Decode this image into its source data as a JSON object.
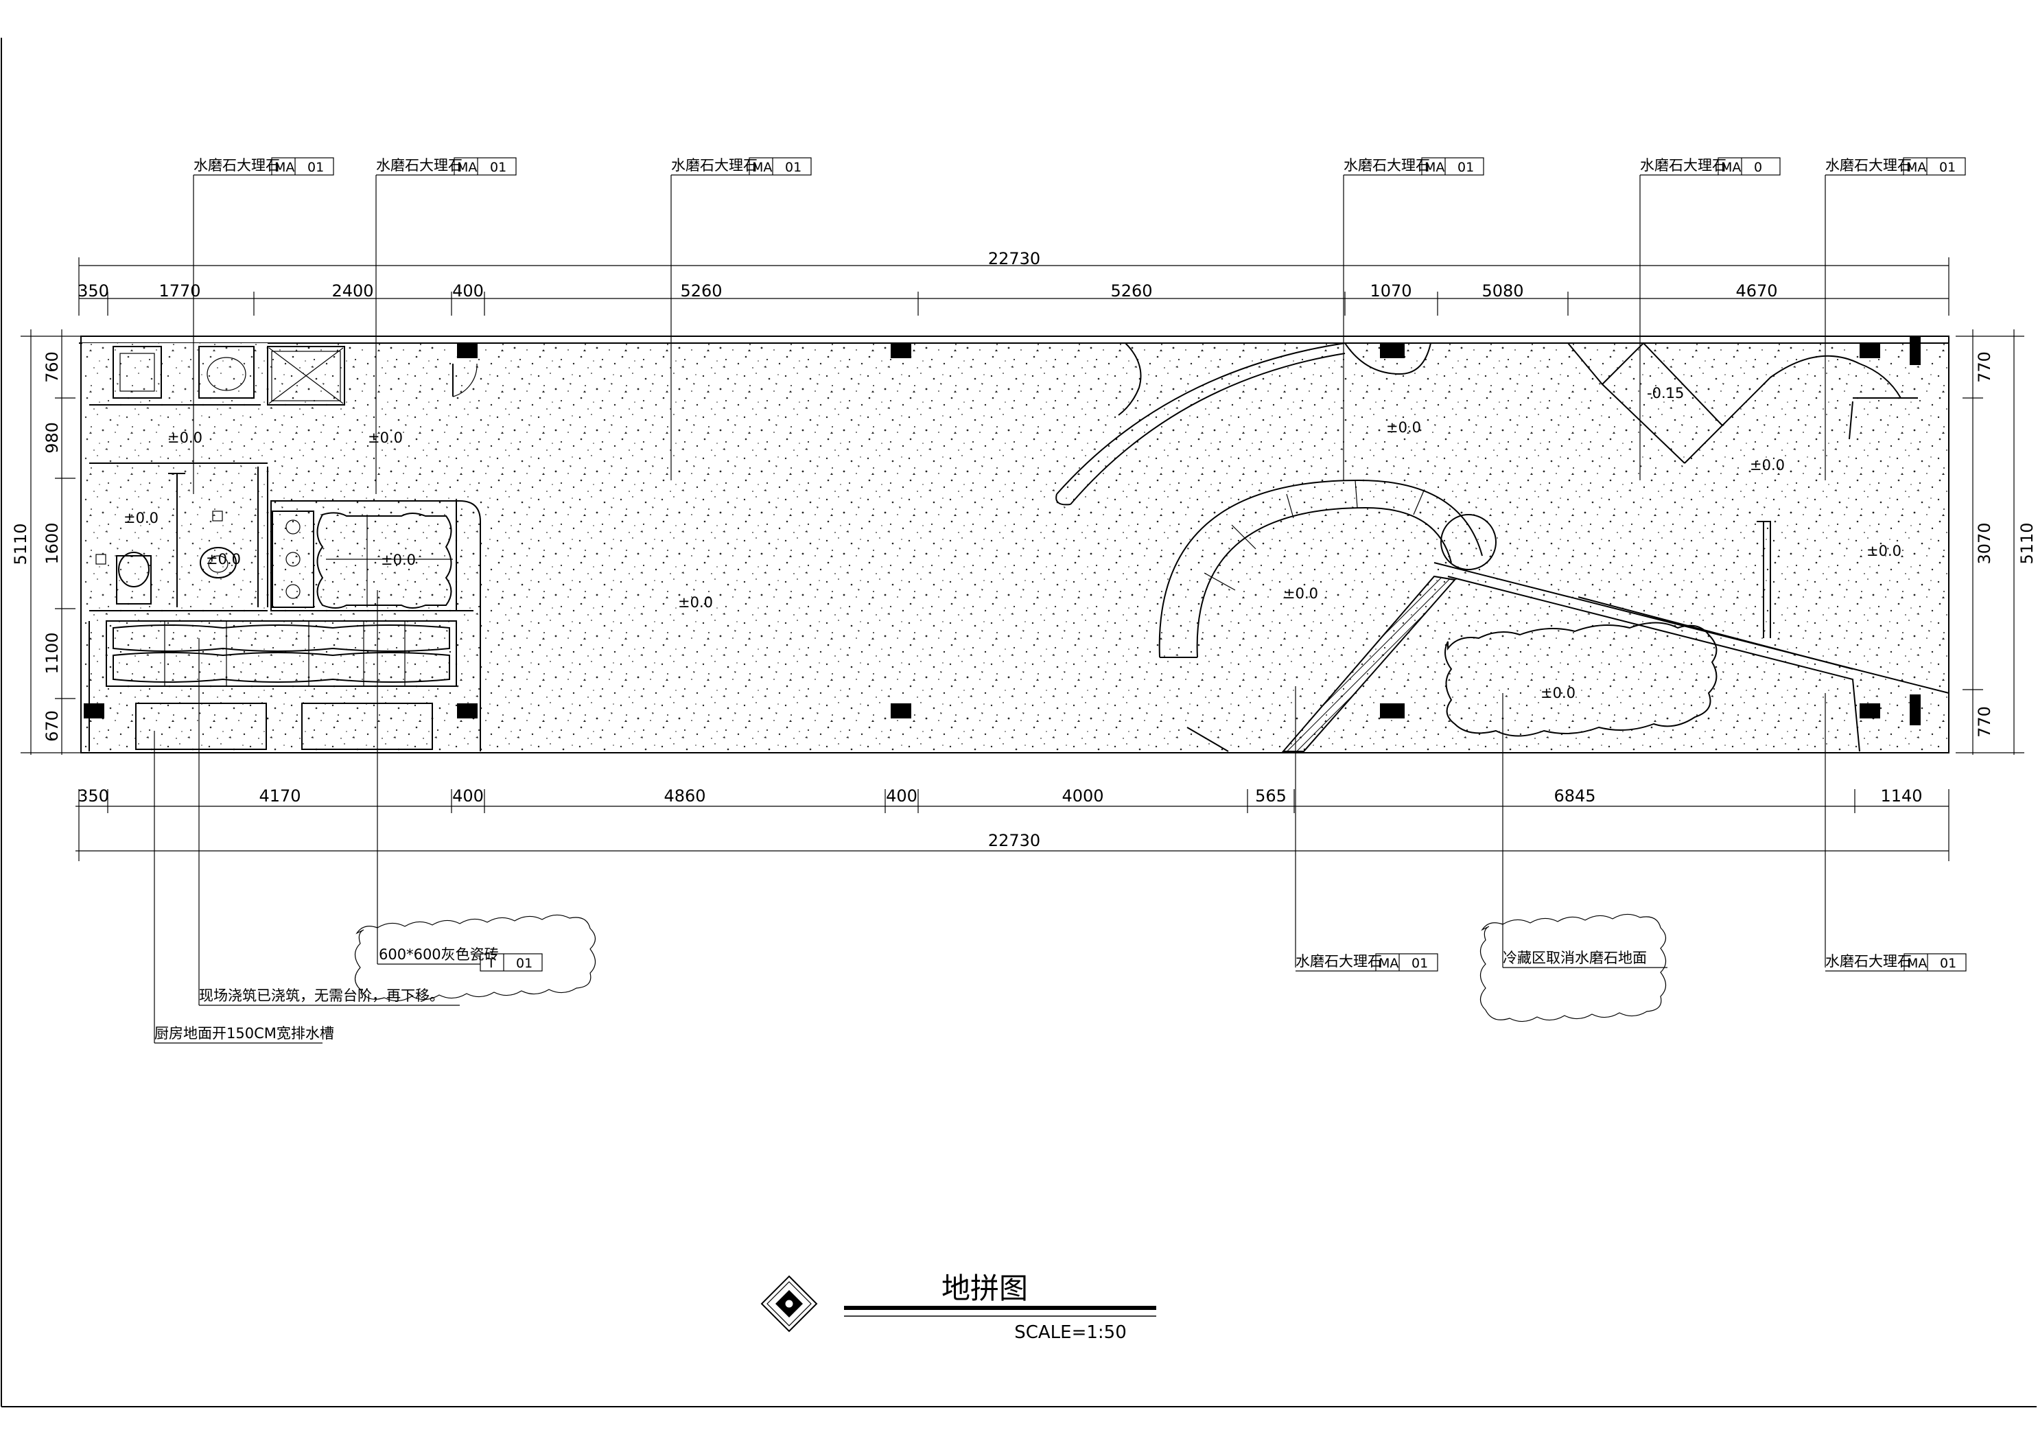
{
  "drawing": {
    "title": "地拼图",
    "scale": "SCALE=1:50"
  },
  "dimensions": {
    "top_total": "22730",
    "top_segments": [
      "350",
      "1770",
      "2400",
      "400",
      "5260",
      "5260",
      "1070",
      "5080",
      "4670"
    ],
    "bottom_segments": [
      "350",
      "4170",
      "400",
      "4860",
      "400",
      "4000",
      "565",
      "6845",
      "1140"
    ],
    "bottom_total": "22730",
    "left_segments": [
      "760",
      "980",
      "1600",
      "1100",
      "670"
    ],
    "left_total": "5110",
    "right_segments": [
      "770",
      "3070",
      "770"
    ],
    "right_total": "5110"
  },
  "top_callouts": [
    {
      "text": "水磨石大理石",
      "tag_a": "MA",
      "tag_b": "01"
    },
    {
      "text": "水磨石大理石",
      "tag_a": "MA",
      "tag_b": "01"
    },
    {
      "text": "水磨石大理石",
      "tag_a": "MA",
      "tag_b": "01"
    },
    {
      "text": "水磨石大理石",
      "tag_a": "MA",
      "tag_b": "01"
    },
    {
      "text": "水磨石大理石",
      "tag_a": "MA",
      "tag_b": "0"
    },
    {
      "text": "水磨石大理石",
      "tag_a": "MA",
      "tag_b": "01"
    }
  ],
  "bottom_callouts": [
    {
      "text": "600*600灰色瓷砖",
      "tag_a": "T",
      "tag_b": "01"
    },
    {
      "text": "现场浇筑已浇筑，无需台阶，再下移。"
    },
    {
      "text": "厨房地面开150CM宽排水槽"
    },
    {
      "text": "水磨石大理石",
      "tag_a": "MA",
      "tag_b": "01"
    },
    {
      "text": "冷藏区取消水磨石地面"
    },
    {
      "text": "水磨石大理石",
      "tag_a": "MA",
      "tag_b": "01"
    }
  ],
  "levels": {
    "toilet_a": "±0.0",
    "toilet_b": "±0.0",
    "corridor": "±0.0",
    "kitchen": "±0.0",
    "hall": "±0.0",
    "arc_top": "±0.0",
    "arc_inner": "±0.0",
    "step": "-0.15",
    "right_a": "±0.0",
    "right_b": "±0.0",
    "cold": "±0.0",
    "shower": "±0.0"
  }
}
